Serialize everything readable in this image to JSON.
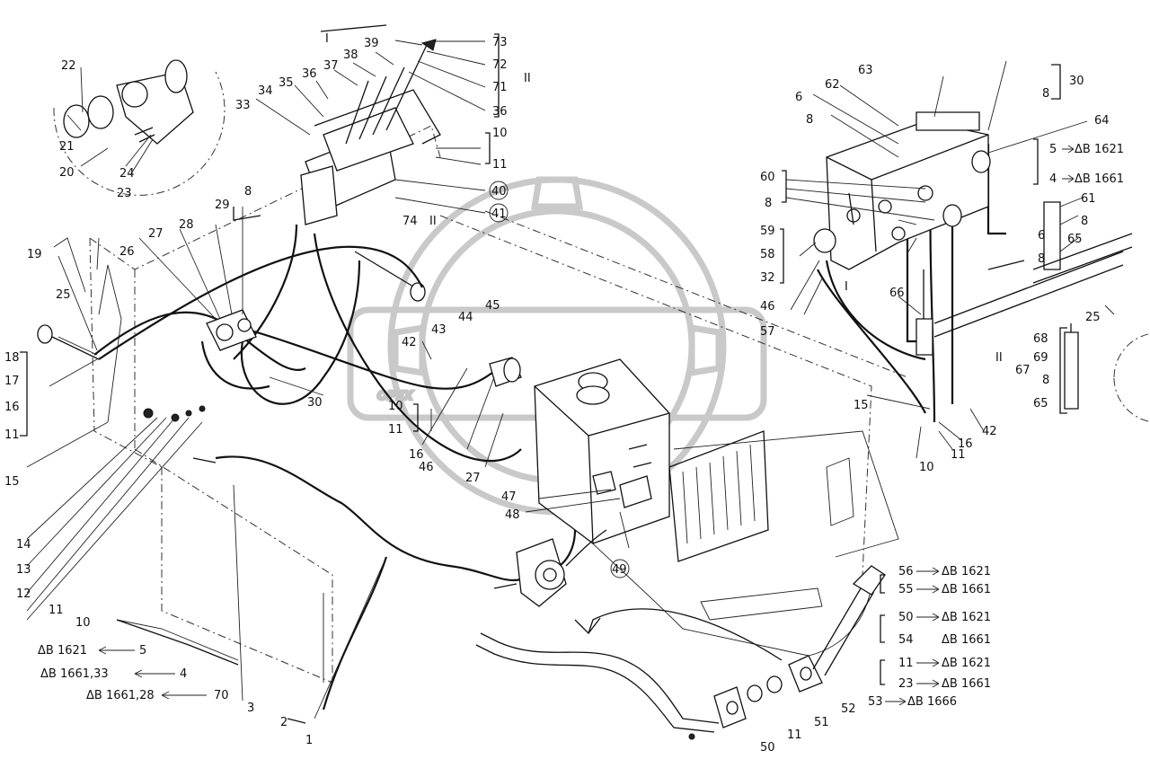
{
  "watermark": {
    "text": "OPEX"
  },
  "callouts": [
    {
      "id": "c1",
      "text": "22"
    },
    {
      "id": "c2",
      "text": "21"
    },
    {
      "id": "c3",
      "text": "20"
    },
    {
      "id": "c4",
      "text": "24"
    },
    {
      "id": "c5",
      "text": "23"
    },
    {
      "id": "c6",
      "text": "19"
    },
    {
      "id": "c7",
      "text": "25"
    },
    {
      "id": "c8",
      "text": "26"
    },
    {
      "id": "c9",
      "text": "27"
    },
    {
      "id": "c10",
      "text": "28"
    },
    {
      "id": "c11",
      "text": "29"
    },
    {
      "id": "c12",
      "text": "8"
    },
    {
      "id": "c13",
      "text": "33"
    },
    {
      "id": "c14",
      "text": "34"
    },
    {
      "id": "c15",
      "text": "35"
    },
    {
      "id": "c16",
      "text": "36"
    },
    {
      "id": "c17",
      "text": "37"
    },
    {
      "id": "c18",
      "text": "38"
    },
    {
      "id": "c19",
      "text": "39"
    },
    {
      "id": "c20",
      "text": "I"
    },
    {
      "id": "c21",
      "text": "73"
    },
    {
      "id": "c22",
      "text": "72"
    },
    {
      "id": "c23",
      "text": "71"
    },
    {
      "id": "c24",
      "text": "36"
    },
    {
      "id": "c25",
      "text": "II"
    },
    {
      "id": "c26",
      "text": "10"
    },
    {
      "id": "c27",
      "text": "11"
    },
    {
      "id": "c28",
      "text": "40"
    },
    {
      "id": "c29",
      "text": "41"
    },
    {
      "id": "c30",
      "text": "74"
    },
    {
      "id": "c31",
      "text": "II"
    },
    {
      "id": "c32",
      "text": "18"
    },
    {
      "id": "c33",
      "text": "17"
    },
    {
      "id": "c34",
      "text": "16"
    },
    {
      "id": "c35",
      "text": "11"
    },
    {
      "id": "c36",
      "text": "30"
    },
    {
      "id": "c37",
      "text": "42"
    },
    {
      "id": "c38",
      "text": "43"
    },
    {
      "id": "c39",
      "text": "44"
    },
    {
      "id": "c40",
      "text": "45"
    },
    {
      "id": "c41",
      "text": "10"
    },
    {
      "id": "c42",
      "text": "11"
    },
    {
      "id": "c43",
      "text": "16"
    },
    {
      "id": "c44",
      "text": "46"
    },
    {
      "id": "c45",
      "text": "27"
    },
    {
      "id": "c46",
      "text": "47"
    },
    {
      "id": "c47",
      "text": "48"
    },
    {
      "id": "c48",
      "text": "49"
    },
    {
      "id": "c49",
      "text": "15"
    },
    {
      "id": "c50",
      "text": "14"
    },
    {
      "id": "c51",
      "text": "13"
    },
    {
      "id": "c52",
      "text": "12"
    },
    {
      "id": "c53",
      "text": "11"
    },
    {
      "id": "c54",
      "text": "10"
    },
    {
      "id": "c55",
      "text": "ΔB 1621"
    },
    {
      "id": "c56",
      "text": "5"
    },
    {
      "id": "c57",
      "text": "ΔB 1661,33"
    },
    {
      "id": "c58",
      "text": "4"
    },
    {
      "id": "c59",
      "text": "ΔB 1661,28"
    },
    {
      "id": "c60",
      "text": "70"
    },
    {
      "id": "c61",
      "text": "3"
    },
    {
      "id": "c62",
      "text": "2"
    },
    {
      "id": "c63",
      "text": "1"
    },
    {
      "id": "c64",
      "text": "63"
    },
    {
      "id": "c65",
      "text": "62"
    },
    {
      "id": "c66",
      "text": "6"
    },
    {
      "id": "c67",
      "text": "8"
    },
    {
      "id": "c68",
      "text": "30"
    },
    {
      "id": "c69",
      "text": "8"
    },
    {
      "id": "c70",
      "text": "64"
    },
    {
      "id": "c71",
      "text": "5"
    },
    {
      "id": "c72",
      "text": "ΔB 1621"
    },
    {
      "id": "c73",
      "text": "4"
    },
    {
      "id": "c74",
      "text": "ΔB 1661"
    },
    {
      "id": "c75",
      "text": "60"
    },
    {
      "id": "c76",
      "text": "8"
    },
    {
      "id": "c77",
      "text": "61"
    },
    {
      "id": "c78",
      "text": "8"
    },
    {
      "id": "c79",
      "text": "59"
    },
    {
      "id": "c80",
      "text": "58"
    },
    {
      "id": "c81",
      "text": "32"
    },
    {
      "id": "c82",
      "text": "6"
    },
    {
      "id": "c83",
      "text": "65"
    },
    {
      "id": "c84",
      "text": "8"
    },
    {
      "id": "c85",
      "text": "46"
    },
    {
      "id": "c86",
      "text": "66"
    },
    {
      "id": "c87",
      "text": "57"
    },
    {
      "id": "c88",
      "text": "I"
    },
    {
      "id": "c89",
      "text": "25"
    },
    {
      "id": "c90",
      "text": "II"
    },
    {
      "id": "c91",
      "text": "67"
    },
    {
      "id": "c92",
      "text": "68"
    },
    {
      "id": "c93",
      "text": "69"
    },
    {
      "id": "c94",
      "text": "8"
    },
    {
      "id": "c95",
      "text": "65"
    },
    {
      "id": "c96",
      "text": "15"
    },
    {
      "id": "c97",
      "text": "42"
    },
    {
      "id": "c98",
      "text": "16"
    },
    {
      "id": "c99",
      "text": "11"
    },
    {
      "id": "c100",
      "text": "10"
    },
    {
      "id": "c101",
      "text": "56"
    },
    {
      "id": "c102",
      "text": "ΔB 1621"
    },
    {
      "id": "c103",
      "text": "55"
    },
    {
      "id": "c104",
      "text": "ΔB 1661"
    },
    {
      "id": "c105",
      "text": "50"
    },
    {
      "id": "c106",
      "text": "ΔB 1621"
    },
    {
      "id": "c107",
      "text": "54"
    },
    {
      "id": "c108",
      "text": "ΔB 1661"
    },
    {
      "id": "c109",
      "text": "11"
    },
    {
      "id": "c110",
      "text": "ΔB 1621"
    },
    {
      "id": "c111",
      "text": "23"
    },
    {
      "id": "c112",
      "text": "ΔB 1661"
    },
    {
      "id": "c113",
      "text": "52"
    },
    {
      "id": "c114",
      "text": "53"
    },
    {
      "id": "c115",
      "text": "ΔB 1666"
    },
    {
      "id": "c116",
      "text": "51"
    },
    {
      "id": "c117",
      "text": "11"
    },
    {
      "id": "c118",
      "text": "50"
    }
  ]
}
